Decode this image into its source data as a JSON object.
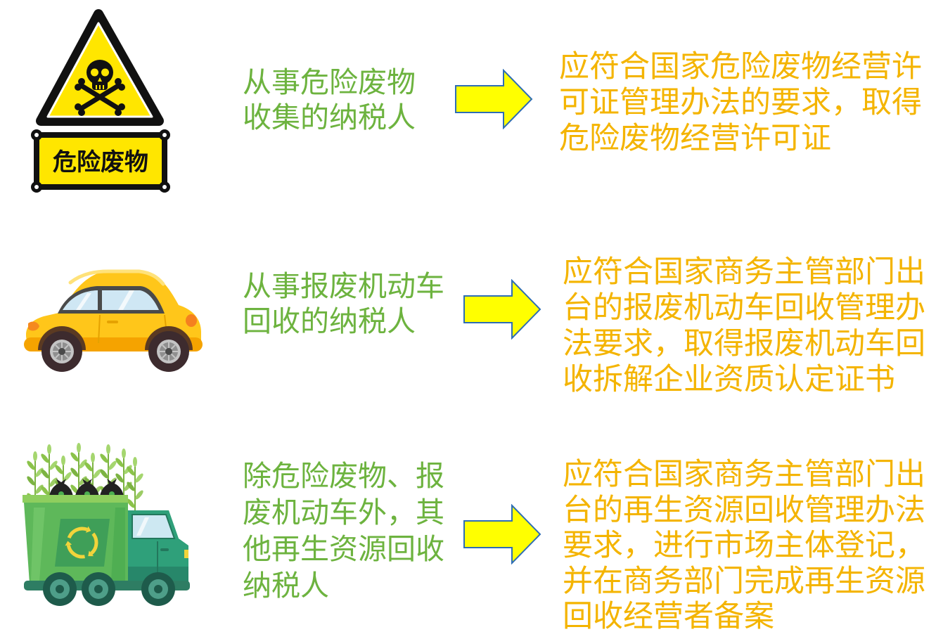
{
  "rows": [
    {
      "icon": "hazardous-waste-sign-icon",
      "icon_label": "危险废物",
      "taxpayer_lines": [
        "从事危险废物",
        "收集的纳税人"
      ],
      "requirement_lines": [
        "应符合国家危险废物经营许",
        "可证管理办法的要求，取得",
        "危险废物经营许可证"
      ]
    },
    {
      "icon": "scrap-car-icon",
      "taxpayer_lines": [
        "从事报废机动车",
        "回收的纳税人"
      ],
      "requirement_lines": [
        "应符合国家商务主管部门出",
        "台的报废机动车回收管理办",
        "法要求，取得报废机动车回",
        "收拆解企业资质认定证书"
      ]
    },
    {
      "icon": "recycling-truck-icon",
      "taxpayer_lines": [
        "除危险废物、报",
        "废机动车外，其",
        "他再生资源回收",
        "纳税人"
      ],
      "requirement_lines": [
        "应符合国家商务主管部门出",
        "台的再生资源回收管理办法",
        "要求，进行市场主体登记，",
        "并在商务部门完成再生资源",
        "回收经营者备案"
      ]
    }
  ],
  "arrow_icon": "right-arrow-icon",
  "colors": {
    "taxpayer_text": "#6DB33F",
    "requirement_text": "#F4B400",
    "arrow_fill": "#FFFF00",
    "arrow_stroke": "#2E6DB4",
    "hazard_yellow": "#FFE600"
  }
}
